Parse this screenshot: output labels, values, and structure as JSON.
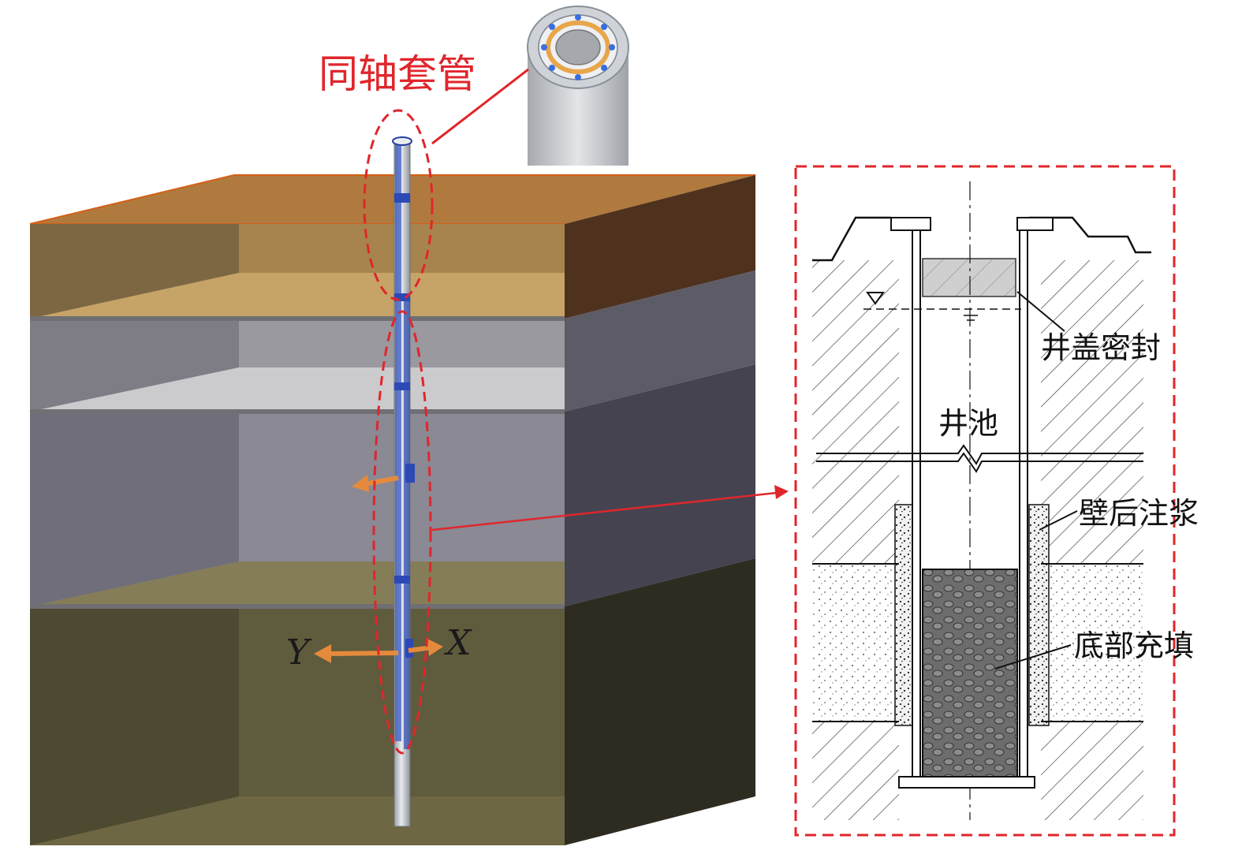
{
  "labels": {
    "coaxial_casing": "同轴套管",
    "well_cover_seal": "井盖密封",
    "well_pool": "井池",
    "wall_grouting": "壁后注浆",
    "bottom_filling": "底部充填"
  },
  "axes": {
    "x": "X",
    "y": "Y"
  },
  "colors": {
    "annotation_red": "#e0262c",
    "top_soil": "#a8844e",
    "grey_layer": "#8e8d92",
    "mid_layer": "#7d7b85",
    "bottom_soil": "#5e5a3a",
    "arrow_orange": "#e58a3c",
    "pipe_blue": "#3a58c4"
  }
}
